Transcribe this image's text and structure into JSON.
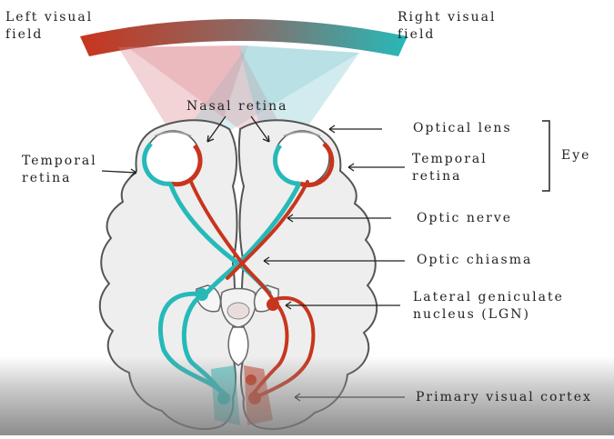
{
  "labels": {
    "left_visual_field": "Left visual\nfield",
    "right_visual_field": "Right visual\nfield",
    "nasal_retina": "Nasal retina",
    "temporal_retina_left": "Temporal\nretina",
    "temporal_retina_right": "Temporal\nretina",
    "optical_lens": "Optical lens",
    "eye": "Eye",
    "optic_nerve": "Optic nerve",
    "optic_chiasma": "Optic chiasma",
    "lgn": "Lateral geniculate\nnucleus (LGN)",
    "primary_visual_cortex": "Primary visual cortex"
  },
  "colors": {
    "left_pathway": "#27b9b9",
    "right_pathway": "#c8351d",
    "brain_fill": "#eeeeee",
    "brain_outline": "#555555"
  }
}
